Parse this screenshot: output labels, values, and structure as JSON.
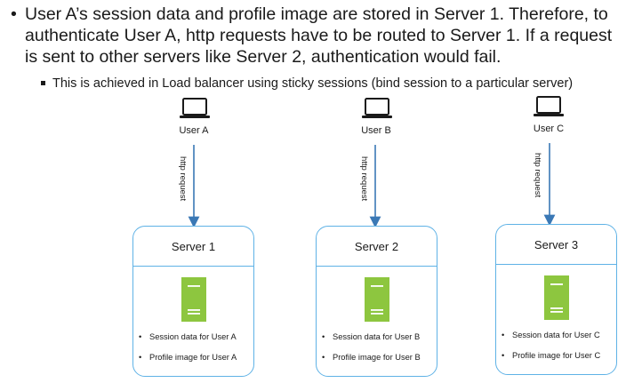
{
  "text": {
    "main_bullet": "User A’s session data and profile image are stored in Server 1. Therefore, to authenticate User A, http requests have to be routed to Server 1. If a request is sent to other servers like Server 2, authentication would fail.",
    "sub_bullet": "This is achieved in Load balancer using sticky sessions (bind session to a particular server)"
  },
  "users": [
    {
      "label": "User A",
      "edge": "http request"
    },
    {
      "label": "User B",
      "edge": "http request"
    },
    {
      "label": "User C",
      "edge": "http request"
    }
  ],
  "servers": [
    {
      "title": "Server 1",
      "items": [
        "Session data for User A",
        "Profile image for User A"
      ]
    },
    {
      "title": "Server 2",
      "items": [
        "Session data for User B",
        "Profile image for User B"
      ]
    },
    {
      "title": "Server 3",
      "items": [
        "Session data for User C",
        "Profile image for User C"
      ]
    }
  ],
  "colors": {
    "server_border": "#5fb2e6",
    "rack_fill": "#8dc63f",
    "arrow": "#3a78b5",
    "laptop": "#1a1a1a"
  },
  "icons": {
    "user": "laptop-icon",
    "server": "server-rack-icon"
  }
}
